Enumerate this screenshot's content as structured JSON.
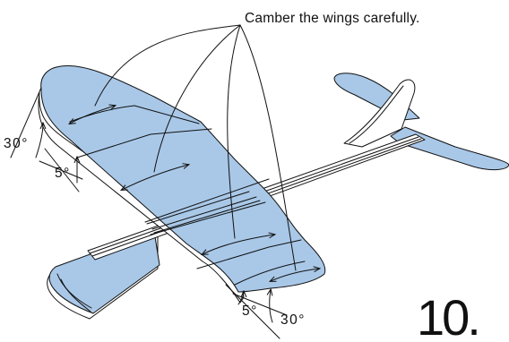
{
  "diagram": {
    "caption": "Camber the wings carefully.",
    "step_number": "10.",
    "angles": {
      "left_upper": "30°",
      "left_lower": "5°",
      "bottom_inner": "5°",
      "bottom_outer": "30°"
    },
    "colors": {
      "wing_fill": "#a9c8e8",
      "outline": "#111111",
      "edge_fill": "#ffffff",
      "background": "#ffffff"
    }
  }
}
